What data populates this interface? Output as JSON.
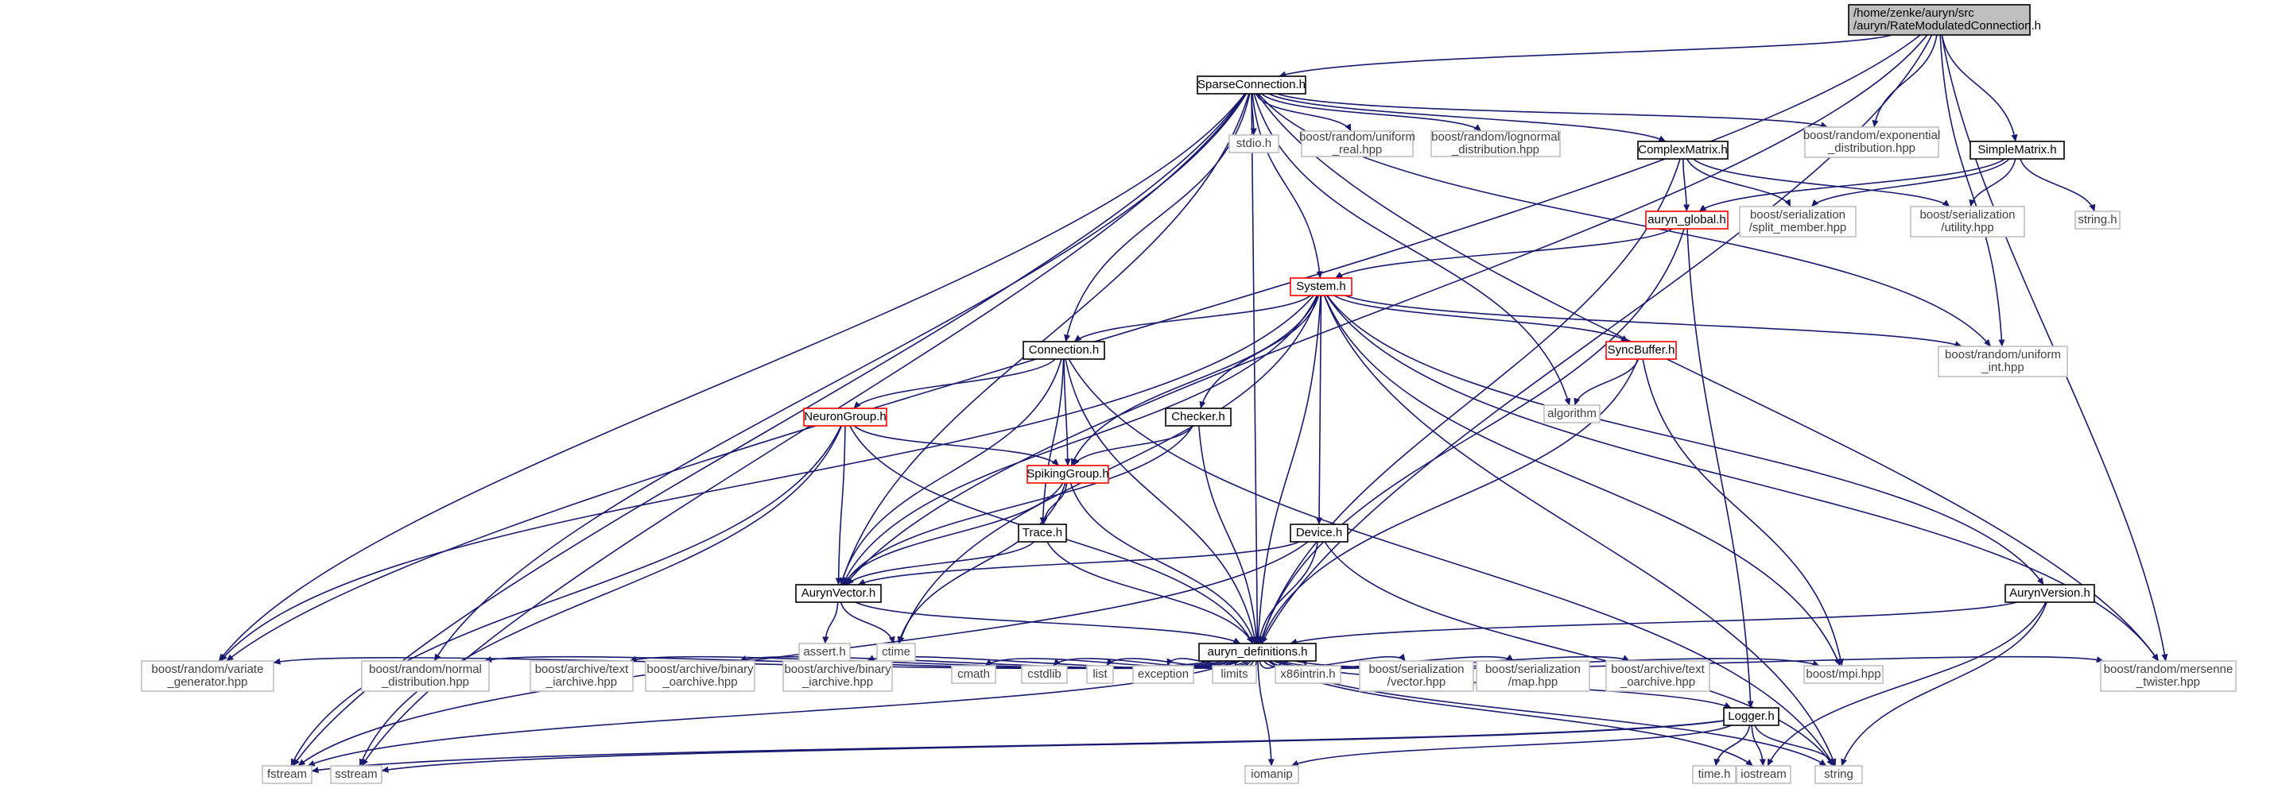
{
  "colors": {
    "edge": "#191970",
    "node_border_normal": "#000000",
    "node_border_has_graph": "#ff0000",
    "node_border_external": "#bfbfbf",
    "node_text_normal": "#000000",
    "node_text_external": "#404040",
    "root_fill": "#bfbfbf",
    "background": "#ffffff"
  },
  "nodes": [
    {
      "id": "root",
      "lines": [
        "/home/zenke/auryn/src",
        "/auryn/RateModulatedConnection.h"
      ],
      "kind": "root"
    },
    {
      "id": "sparse",
      "lines": [
        "SparseConnection.h"
      ],
      "kind": "normal"
    },
    {
      "id": "stdio",
      "lines": [
        "stdio.h"
      ],
      "kind": "external"
    },
    {
      "id": "ureal",
      "lines": [
        "boost/random/uniform",
        "_real.hpp"
      ],
      "kind": "external"
    },
    {
      "id": "lognormal",
      "lines": [
        "boost/random/lognormal",
        "_distribution.hpp"
      ],
      "kind": "external"
    },
    {
      "id": "complex",
      "lines": [
        "ComplexMatrix.h"
      ],
      "kind": "normal"
    },
    {
      "id": "expo",
      "lines": [
        "boost/random/exponential",
        "_distribution.hpp"
      ],
      "kind": "external"
    },
    {
      "id": "simple",
      "lines": [
        "SimpleMatrix.h"
      ],
      "kind": "normal"
    },
    {
      "id": "global",
      "lines": [
        "auryn_global.h"
      ],
      "kind": "hasgraph"
    },
    {
      "id": "splitmember",
      "lines": [
        "boost/serialization",
        "/split_member.hpp"
      ],
      "kind": "external"
    },
    {
      "id": "utility",
      "lines": [
        "boost/serialization",
        "/utility.hpp"
      ],
      "kind": "external"
    },
    {
      "id": "stringh",
      "lines": [
        "string.h"
      ],
      "kind": "external"
    },
    {
      "id": "system",
      "lines": [
        "System.h"
      ],
      "kind": "hasgraph"
    },
    {
      "id": "uint",
      "lines": [
        "boost/random/uniform",
        "_int.hpp"
      ],
      "kind": "external"
    },
    {
      "id": "connection",
      "lines": [
        "Connection.h"
      ],
      "kind": "normal"
    },
    {
      "id": "syncbuffer",
      "lines": [
        "SyncBuffer.h"
      ],
      "kind": "hasgraph"
    },
    {
      "id": "algorithm",
      "lines": [
        "algorithm"
      ],
      "kind": "external"
    },
    {
      "id": "neurongroup",
      "lines": [
        "NeuronGroup.h"
      ],
      "kind": "hasgraph"
    },
    {
      "id": "checker",
      "lines": [
        "Checker.h"
      ],
      "kind": "normal"
    },
    {
      "id": "spikinggroup",
      "lines": [
        "SpikingGroup.h"
      ],
      "kind": "hasgraph"
    },
    {
      "id": "trace",
      "lines": [
        "Trace.h"
      ],
      "kind": "normal"
    },
    {
      "id": "device",
      "lines": [
        "Device.h"
      ],
      "kind": "normal"
    },
    {
      "id": "aurynvector",
      "lines": [
        "AurynVector.h"
      ],
      "kind": "normal"
    },
    {
      "id": "aurynversion",
      "lines": [
        "AurynVersion.h"
      ],
      "kind": "normal"
    },
    {
      "id": "asserth",
      "lines": [
        "assert.h"
      ],
      "kind": "external"
    },
    {
      "id": "ctime",
      "lines": [
        "ctime"
      ],
      "kind": "external"
    },
    {
      "id": "defs",
      "lines": [
        "auryn_definitions.h"
      ],
      "kind": "normal"
    },
    {
      "id": "variate",
      "lines": [
        "boost/random/variate",
        "_generator.hpp"
      ],
      "kind": "external"
    },
    {
      "id": "normaldist",
      "lines": [
        "boost/random/normal",
        "_distribution.hpp"
      ],
      "kind": "external"
    },
    {
      "id": "textiarch",
      "lines": [
        "boost/archive/text",
        "_iarchive.hpp"
      ],
      "kind": "external"
    },
    {
      "id": "binoarch",
      "lines": [
        "boost/archive/binary",
        "_oarchive.hpp"
      ],
      "kind": "external"
    },
    {
      "id": "biniarch",
      "lines": [
        "boost/archive/binary",
        "_iarchive.hpp"
      ],
      "kind": "external"
    },
    {
      "id": "cmath",
      "lines": [
        "cmath"
      ],
      "kind": "external"
    },
    {
      "id": "cstdlib",
      "lines": [
        "cstdlib"
      ],
      "kind": "external"
    },
    {
      "id": "list",
      "lines": [
        "list"
      ],
      "kind": "external"
    },
    {
      "id": "exception",
      "lines": [
        "exception"
      ],
      "kind": "external"
    },
    {
      "id": "limits",
      "lines": [
        "limits"
      ],
      "kind": "external"
    },
    {
      "id": "x86intrin",
      "lines": [
        "x86intrin.h"
      ],
      "kind": "external"
    },
    {
      "id": "servector",
      "lines": [
        "boost/serialization",
        "/vector.hpp"
      ],
      "kind": "external"
    },
    {
      "id": "sermap",
      "lines": [
        "boost/serialization",
        "/map.hpp"
      ],
      "kind": "external"
    },
    {
      "id": "textoarch",
      "lines": [
        "boost/archive/text",
        "_oarchive.hpp"
      ],
      "kind": "external"
    },
    {
      "id": "logger",
      "lines": [
        "Logger.h"
      ],
      "kind": "normal"
    },
    {
      "id": "mpi",
      "lines": [
        "boost/mpi.hpp"
      ],
      "kind": "external"
    },
    {
      "id": "mersenne",
      "lines": [
        "boost/random/mersenne",
        "_twister.hpp"
      ],
      "kind": "external"
    },
    {
      "id": "fstream",
      "lines": [
        "fstream"
      ],
      "kind": "external"
    },
    {
      "id": "sstream",
      "lines": [
        "sstream"
      ],
      "kind": "external"
    },
    {
      "id": "iomanip",
      "lines": [
        "iomanip"
      ],
      "kind": "external"
    },
    {
      "id": "timeh",
      "lines": [
        "time.h"
      ],
      "kind": "external"
    },
    {
      "id": "iostream",
      "lines": [
        "iostream"
      ],
      "kind": "external"
    },
    {
      "id": "string",
      "lines": [
        "string"
      ],
      "kind": "external"
    }
  ],
  "edges": [
    [
      "root",
      "sparse"
    ],
    [
      "root",
      "aurynvector"
    ],
    [
      "root",
      "variate"
    ],
    [
      "root",
      "expo"
    ],
    [
      "root",
      "simple"
    ],
    [
      "root",
      "uint"
    ],
    [
      "root",
      "defs"
    ],
    [
      "root",
      "mersenne"
    ],
    [
      "sparse",
      "stdio"
    ],
    [
      "sparse",
      "ureal"
    ],
    [
      "sparse",
      "lognormal"
    ],
    [
      "sparse",
      "complex"
    ],
    [
      "sparse",
      "expo"
    ],
    [
      "sparse",
      "system"
    ],
    [
      "sparse",
      "connection"
    ],
    [
      "sparse",
      "uint"
    ],
    [
      "sparse",
      "algorithm"
    ],
    [
      "sparse",
      "aurynvector"
    ],
    [
      "sparse",
      "variate"
    ],
    [
      "sparse",
      "normaldist"
    ],
    [
      "sparse",
      "fstream"
    ],
    [
      "sparse",
      "sstream"
    ],
    [
      "sparse",
      "defs"
    ],
    [
      "sparse",
      "mersenne"
    ],
    [
      "complex",
      "global"
    ],
    [
      "complex",
      "splitmember"
    ],
    [
      "complex",
      "utility"
    ],
    [
      "complex",
      "defs"
    ],
    [
      "simple",
      "global"
    ],
    [
      "simple",
      "splitmember"
    ],
    [
      "simple",
      "utility"
    ],
    [
      "simple",
      "stringh"
    ],
    [
      "global",
      "system"
    ],
    [
      "global",
      "defs"
    ],
    [
      "global",
      "logger"
    ],
    [
      "system",
      "connection"
    ],
    [
      "system",
      "syncbuffer"
    ],
    [
      "system",
      "checker"
    ],
    [
      "system",
      "device"
    ],
    [
      "system",
      "spikinggroup"
    ],
    [
      "system",
      "aurynvector"
    ],
    [
      "system",
      "aurynversion"
    ],
    [
      "system",
      "uint"
    ],
    [
      "system",
      "variate"
    ],
    [
      "system",
      "mpi"
    ],
    [
      "system",
      "mersenne"
    ],
    [
      "system",
      "defs"
    ],
    [
      "system",
      "ctime"
    ],
    [
      "system",
      "string"
    ],
    [
      "connection",
      "neurongroup"
    ],
    [
      "connection",
      "spikinggroup"
    ],
    [
      "connection",
      "trace"
    ],
    [
      "connection",
      "aurynvector"
    ],
    [
      "connection",
      "defs"
    ],
    [
      "connection",
      "string"
    ],
    [
      "syncbuffer",
      "algorithm"
    ],
    [
      "syncbuffer",
      "defs"
    ],
    [
      "syncbuffer",
      "mpi"
    ],
    [
      "neurongroup",
      "spikinggroup"
    ],
    [
      "neurongroup",
      "aurynvector"
    ],
    [
      "neurongroup",
      "defs"
    ],
    [
      "neurongroup",
      "fstream"
    ],
    [
      "neurongroup",
      "sstream"
    ],
    [
      "checker",
      "spikinggroup"
    ],
    [
      "checker",
      "aurynvector"
    ],
    [
      "checker",
      "defs"
    ],
    [
      "spikinggroup",
      "trace"
    ],
    [
      "spikinggroup",
      "aurynvector"
    ],
    [
      "spikinggroup",
      "defs"
    ],
    [
      "spikinggroup",
      "ctime"
    ],
    [
      "trace",
      "aurynvector"
    ],
    [
      "trace",
      "defs"
    ],
    [
      "device",
      "aurynvector"
    ],
    [
      "device",
      "defs"
    ],
    [
      "device",
      "fstream"
    ],
    [
      "device",
      "string"
    ],
    [
      "aurynvector",
      "asserth"
    ],
    [
      "aurynvector",
      "ctime"
    ],
    [
      "aurynvector",
      "defs"
    ],
    [
      "aurynversion",
      "defs"
    ],
    [
      "aurynversion",
      "iostream"
    ],
    [
      "aurynversion",
      "string"
    ],
    [
      "defs",
      "variate"
    ],
    [
      "defs",
      "normaldist"
    ],
    [
      "defs",
      "textiarch"
    ],
    [
      "defs",
      "binoarch"
    ],
    [
      "defs",
      "biniarch"
    ],
    [
      "defs",
      "cmath"
    ],
    [
      "defs",
      "cstdlib"
    ],
    [
      "defs",
      "list"
    ],
    [
      "defs",
      "exception"
    ],
    [
      "defs",
      "limits"
    ],
    [
      "defs",
      "x86intrin"
    ],
    [
      "defs",
      "servector"
    ],
    [
      "defs",
      "sermap"
    ],
    [
      "defs",
      "textoarch"
    ],
    [
      "defs",
      "logger"
    ],
    [
      "defs",
      "mpi"
    ],
    [
      "defs",
      "mersenne"
    ],
    [
      "defs",
      "fstream"
    ],
    [
      "defs",
      "iomanip"
    ],
    [
      "defs",
      "iostream"
    ],
    [
      "defs",
      "string"
    ],
    [
      "logger",
      "fstream"
    ],
    [
      "logger",
      "sstream"
    ],
    [
      "logger",
      "iomanip"
    ],
    [
      "logger",
      "timeh"
    ],
    [
      "logger",
      "iostream"
    ],
    [
      "logger",
      "string"
    ]
  ]
}
